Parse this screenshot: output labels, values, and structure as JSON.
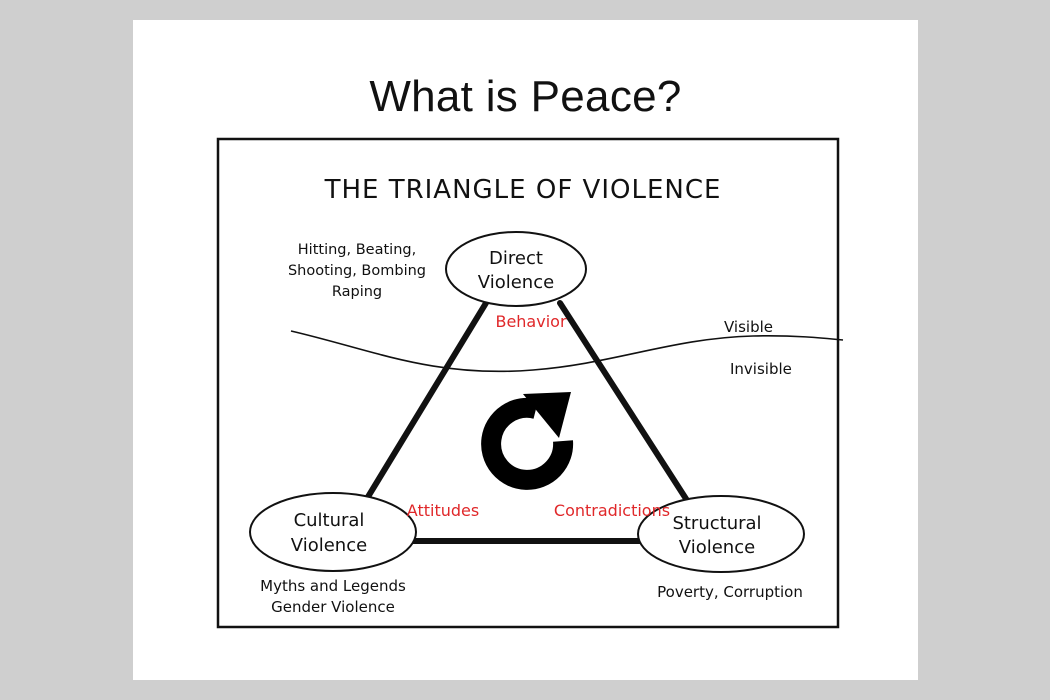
{
  "slide": {
    "title": "What is Peace?"
  },
  "diagram": {
    "title": "THE TRIANGLE OF VIOLENCE",
    "nodes": {
      "direct": {
        "line1": "Direct",
        "line2": "Violence"
      },
      "cultural": {
        "line1": "Cultural",
        "line2": "Violence"
      },
      "structural": {
        "line1": "Structural",
        "line2": "Violence"
      }
    },
    "edge_labels": {
      "behavior": "Behavior",
      "attitudes": "Attitudes",
      "contradictions": "Contradictions"
    },
    "examples": {
      "direct": [
        "Hitting, Beating,",
        "Shooting, Bombing",
        "Raping"
      ],
      "cultural": [
        "Myths and Legends",
        "Gender Violence"
      ],
      "structural": [
        "Poverty, Corruption"
      ]
    },
    "wave_labels": {
      "visible": "Visible",
      "invisible": "Invisible"
    },
    "colors": {
      "edge_label": "#e0282a",
      "ink": "#111111"
    },
    "center_icon": "circular-arrow-icon"
  }
}
